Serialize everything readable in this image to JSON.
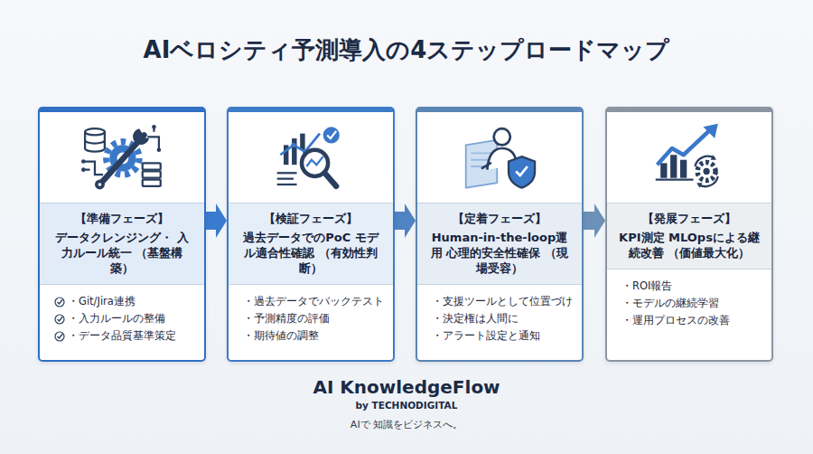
{
  "diagram": {
    "title": "AIベロシティ予測導入の4ステップロードマップ",
    "nodes": [
      {
        "text": [
          "【準備フェーズ】",
          "データクレンジング・ 入力ルール統一 （基盤構築）",
          "・Git/Jira連携",
          "・入力ルールの整備",
          "・データ品質基準策定"
        ]
      },
      {
        "text": [
          "【検証フェーズ】",
          "過去データでのPoC モデル適合性確認 （有効性判断）",
          "・過去データでバックテスト",
          "・予測精度の評価",
          "・期待値の調整"
        ]
      },
      {
        "text": [
          "【定着フェーズ】",
          "Human-in-the-loop運用 心理的安全性確保 （現場受容）",
          "・支援ツールとして位置づけ",
          "・決定権は人間に",
          "・アラート設定と通知"
        ]
      },
      {
        "text": [
          "【発展フェーズ】",
          "KPI測定 MLOpsによる継続改善 （価値最大化）",
          "・ROI報告",
          "・モデルの継続学習",
          "・運用プロセスの改善"
        ]
      }
    ],
    "edges": [
      {
        "from": 0,
        "to": 1,
        "arrow": "to"
      },
      {
        "from": 1,
        "to": 2,
        "arrow": "to"
      },
      {
        "from": 2,
        "to": 3,
        "arrow": "to"
      }
    ],
    "labels": [
      "AI KnowledgeFlow",
      "by TECHNODIGITAL",
      "AIで 知識をビジネスへ。"
    ]
  }
}
